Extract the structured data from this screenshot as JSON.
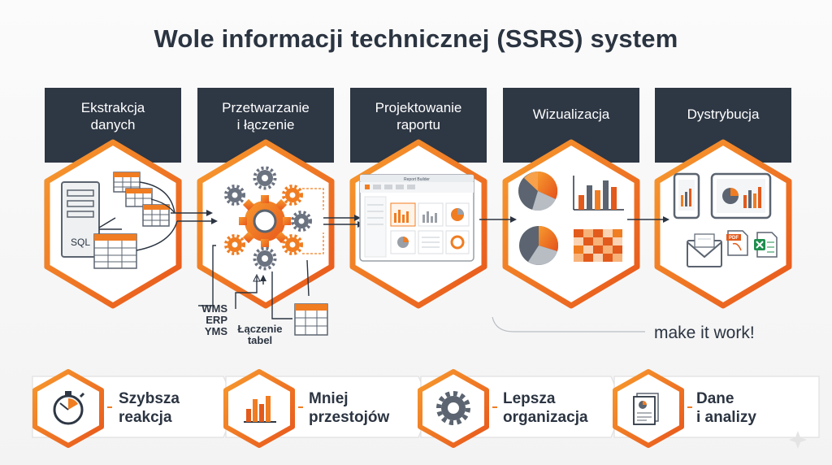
{
  "title": "Wole informacji technicznej (SSRS) system",
  "steps": [
    {
      "line1": "Ekstrakcja",
      "line2": "danych"
    },
    {
      "line1": "Przetwarzanie",
      "line2": "i łączenie"
    },
    {
      "line1": "Projektowanie",
      "line2": "raportu"
    },
    {
      "line1": "Wizualizacja",
      "line2": ""
    },
    {
      "line1": "Dystrybucja",
      "line2": ""
    }
  ],
  "sql_label": "SQL",
  "sources": {
    "wms": "WMS",
    "erp": "ERP",
    "yms": "YMS"
  },
  "join_label": {
    "line1": "Łączenie",
    "line2": "tabel"
  },
  "report_builder_title": "Report Builder",
  "pdf_label": "PDF",
  "tagline": "make it work!",
  "benefits": [
    {
      "line1": "Szybsza",
      "line2": "reakcja",
      "icon": "stopwatch-icon"
    },
    {
      "line1": "Mniej",
      "line2": "przestojów",
      "icon": "bar-chart-icon"
    },
    {
      "line1": "Lepsza",
      "line2": "organizacja",
      "icon": "gear-icon"
    },
    {
      "line1": "Dane",
      "line2": "i analizy",
      "icon": "report-document-icon"
    }
  ],
  "colors": {
    "accent": "#f07d22",
    "accent_dark": "#e25a1c",
    "dark": "#2e3744",
    "grey": "#6b7280",
    "light_border": "#d9d9d9"
  }
}
